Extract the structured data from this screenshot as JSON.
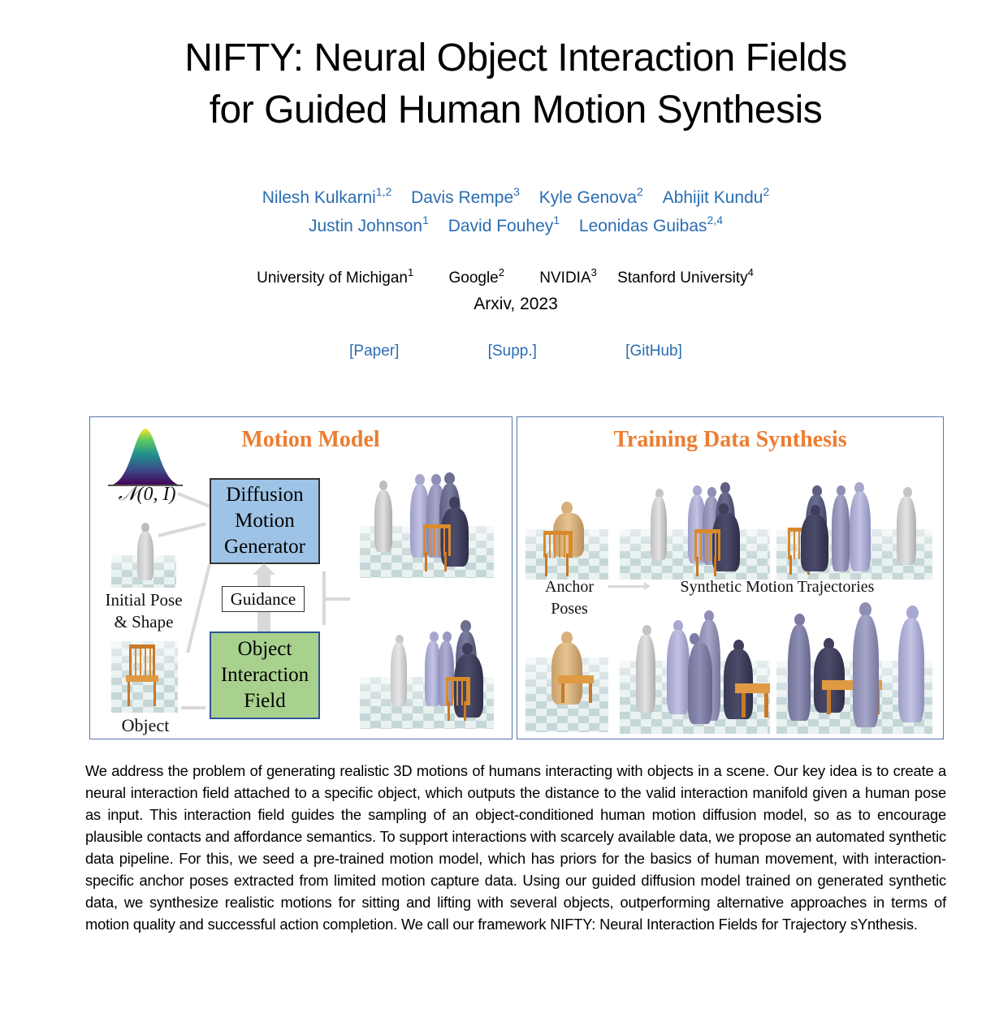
{
  "header": {
    "title_line1": "NIFTY: Neural Object Interaction Fields",
    "title_line2": "for Guided Human Motion Synthesis"
  },
  "authors": [
    {
      "name": "Nilesh Kulkarni",
      "aff": "1,2"
    },
    {
      "name": "Davis Rempe",
      "aff": "3"
    },
    {
      "name": "Kyle Genova",
      "aff": "2"
    },
    {
      "name": "Abhijit Kundu",
      "aff": "2"
    },
    {
      "name": "Justin Johnson",
      "aff": "1"
    },
    {
      "name": "David Fouhey",
      "aff": "1"
    },
    {
      "name": "Leonidas Guibas",
      "aff": "2,4"
    }
  ],
  "affiliations": [
    {
      "name": "University of Michigan",
      "num": "1"
    },
    {
      "name": "Google",
      "num": "2"
    },
    {
      "name": "NVIDIA",
      "num": "3"
    },
    {
      "name": "Stanford University",
      "num": "4"
    }
  ],
  "venue": "Arxiv, 2023",
  "links": [
    {
      "label": "[Paper]"
    },
    {
      "label": "[Supp.]"
    },
    {
      "label": "[GitHub]"
    }
  ],
  "colors": {
    "link": "#2a6db2",
    "panel_title": "#ed7d31",
    "diffusion_box": "#9dc3e6",
    "oif_box": "#a9d18e",
    "panel_border": "#5577aa"
  },
  "figure": {
    "motion_model": {
      "title": "Motion Model",
      "noise_label": "𝒩(0, I)",
      "diffusion_box": [
        "Diffusion",
        "Motion",
        "Generator"
      ],
      "guidance_label": "Guidance",
      "oif_box": [
        "Object",
        "Interaction",
        "Field"
      ],
      "initial_pose_label": [
        "Initial Pose",
        "& Shape"
      ],
      "object_label": "Object"
    },
    "training_data": {
      "title": "Training Data Synthesis",
      "anchor_label": [
        "Anchor",
        "Poses"
      ],
      "synthetic_label": "Synthetic Motion Trajectories"
    }
  },
  "abstract": "We address the problem of generating realistic 3D motions of humans interacting with objects in a scene. Our key idea is to create a neural interaction field attached to a specific object, which outputs the distance to the valid interaction manifold given a human pose as input. This interaction field guides the sampling of an object-conditioned human motion diffusion model, so as to encourage plausible contacts and affordance semantics. To support interactions with scarcely available data, we propose an automated synthetic data pipeline. For this, we seed a pre-trained motion model, which has priors for the basics of human movement, with interaction- specific anchor poses extracted from limited motion capture data. Using our guided diffusion model trained on generated synthetic data, we synthesize realistic motions for sitting and lifting with several objects, outperforming alternative approaches in terms of motion quality and successful action completion. We call our framework NIFTY: Neural Interaction Fields for Trajectory sYnthesis."
}
